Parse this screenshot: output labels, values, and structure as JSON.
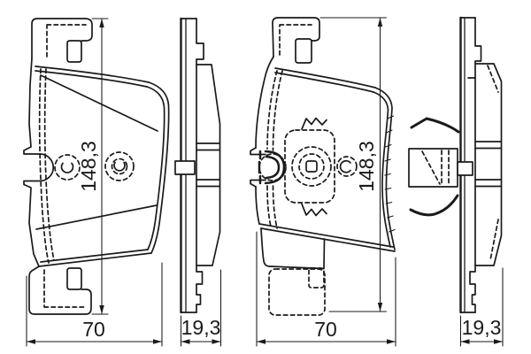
{
  "drawing": {
    "background_color": "#ffffff",
    "line_color": "#1a1a1a",
    "views": [
      {
        "id": "front-view-left-pad",
        "dims": {
          "height": "148,3",
          "width": "70"
        }
      },
      {
        "id": "side-view-left-pad",
        "dims": {
          "thickness": "19,3"
        }
      },
      {
        "id": "front-view-right-pad-with-shim",
        "dims": {
          "height": "148,3",
          "width": "70"
        }
      },
      {
        "id": "side-view-right-pad-with-sensor",
        "dims": {
          "thickness": "19,3"
        }
      }
    ]
  }
}
